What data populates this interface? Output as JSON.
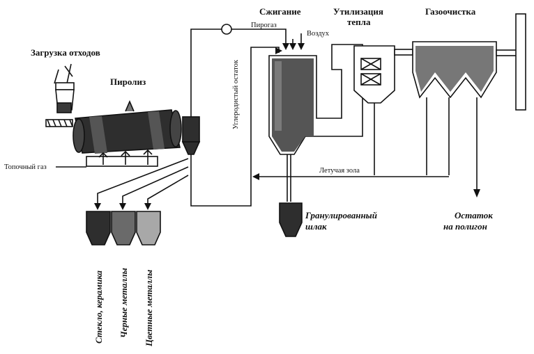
{
  "labels": {
    "loading": "Загрузка отходов",
    "pyrolysis": "Пиролиз",
    "combustion": "Сжигание",
    "heat_recovery_line1": "Утилизация",
    "heat_recovery_line2": "тепла",
    "gas_cleaning": "Газоочистка",
    "pyrogas": "Пирогаз",
    "air": "Воздух",
    "carbon_residue": "Углеродистый остаток",
    "fuel_gas": "Топочный газ",
    "fly_ash": "Летучая зола",
    "granulated_slag_line1": "Гранулированный",
    "granulated_slag_line2": "шлак",
    "residue_line1": "Остаток",
    "residue_line2": "на полигон",
    "glass_ceramics": "Стекло, керамика",
    "ferrous_metals": "Черные металлы",
    "nonferrous_metals": "Цветные металлы"
  },
  "colors": {
    "line": "#111111",
    "dark_fill": "#2e2e2e",
    "mid_fill": "#6a6a6a",
    "light_fill": "#a8a8a8",
    "pale_fill": "#d6d6d6"
  }
}
